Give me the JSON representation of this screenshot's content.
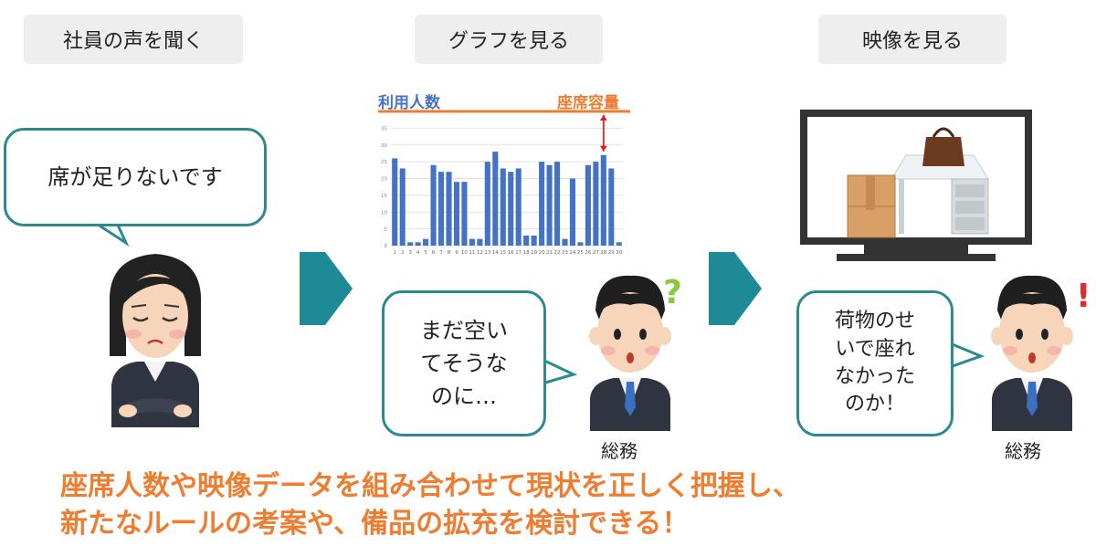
{
  "steps": {
    "voice": "社員の声を聞く",
    "graph": "グラフを見る",
    "video": "映像を見る"
  },
  "bubbles": {
    "employee": "席が足りないです",
    "manager_before": [
      "まだ空い",
      "てそうな",
      "のに…"
    ],
    "manager_after": [
      "荷物のせ",
      "いで座れ",
      "なかった",
      "のか！"
    ]
  },
  "roles": {
    "manager_before": "総務",
    "manager_after": "総務"
  },
  "symbols": {
    "question": "?",
    "exclaim": "!"
  },
  "footer": {
    "line1": "座席人数や映像データを組み合わせて現状を正しく把握し、",
    "line2": "新たなルールの考案や、備品の拡充を検討できる！"
  },
  "colors": {
    "accent_teal": "#2a8a8e",
    "bar_blue": "#4472c4",
    "capacity_orange": "#ed7d31",
    "footer_orange": "#ee7d31"
  },
  "chart_data": {
    "type": "bar",
    "title": "",
    "legend": [
      "利用人数",
      "座席容量"
    ],
    "categories": [
      1,
      2,
      3,
      4,
      5,
      6,
      7,
      8,
      9,
      10,
      11,
      12,
      13,
      14,
      15,
      16,
      17,
      18,
      19,
      20,
      21,
      22,
      23,
      24,
      25,
      26,
      27,
      28,
      29,
      30
    ],
    "series": [
      {
        "name": "利用人数",
        "values": [
          26,
          23,
          1,
          1,
          2,
          24,
          22,
          22,
          19,
          19,
          2,
          2,
          25,
          28,
          23,
          22,
          23,
          3,
          3,
          25,
          24,
          25,
          2,
          20,
          1,
          24,
          25,
          27,
          23,
          1
        ]
      }
    ],
    "capacity": 40,
    "yticks": [
      0,
      5,
      10,
      15,
      20,
      25,
      30,
      35
    ],
    "ylim": [
      0,
      40
    ],
    "grid": true
  }
}
